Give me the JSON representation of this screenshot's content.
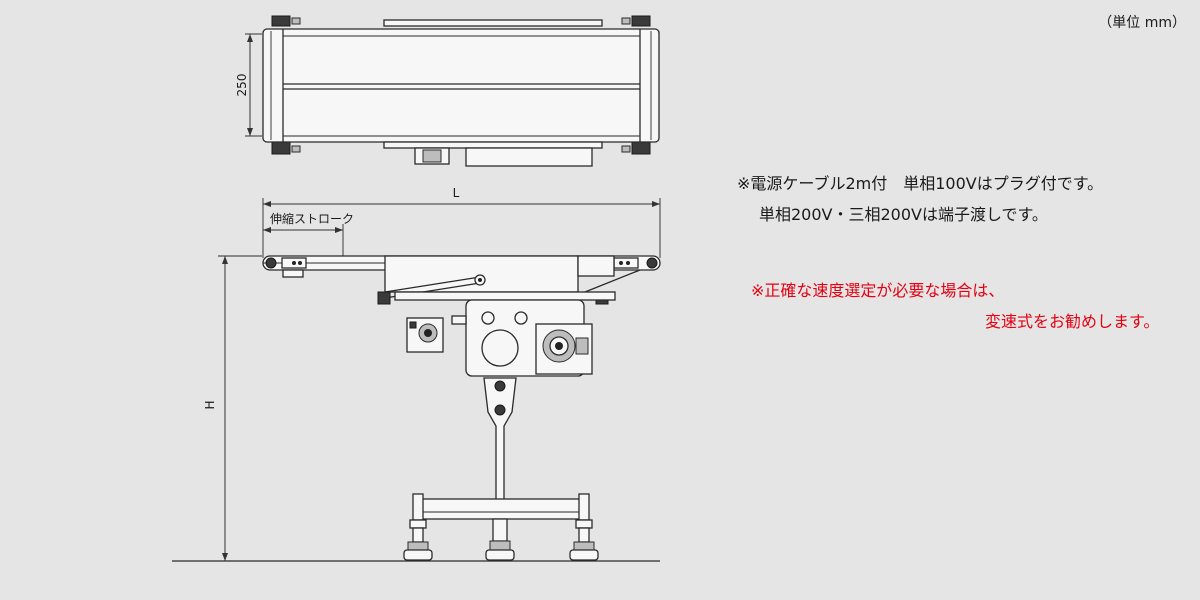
{
  "unit_label": "（単位 mm）",
  "dimensions": {
    "width": "250",
    "length": "L",
    "height": "H",
    "stroke": "伸縮ストローク"
  },
  "notes": {
    "cable_line1": "※電源ケーブル2m付　単相100Vはプラグ付です。",
    "cable_line2": "単相200V・三相200Vは端子渡しです。",
    "speed_line1": "※正確な速度選定が必要な場合は、",
    "speed_line2": "変速式をお勧めします。"
  },
  "colors": {
    "background": "#e5e5e5",
    "note_red": "#e60012"
  }
}
